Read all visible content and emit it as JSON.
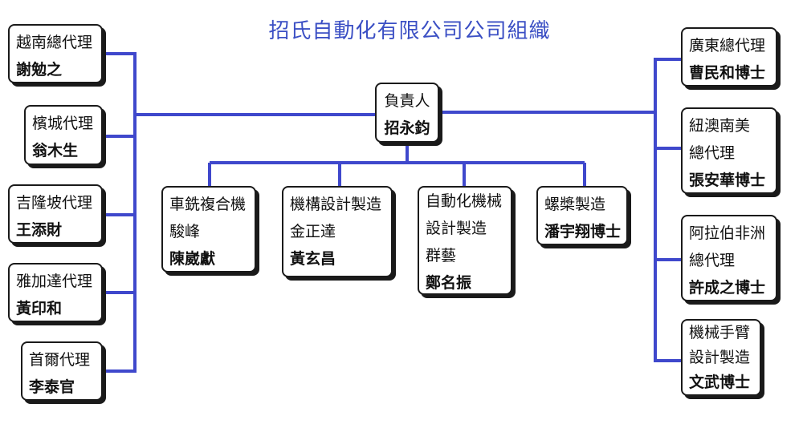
{
  "title": "招氏自動化有限公司公司組織",
  "head": {
    "role": "負責人",
    "name": "招永鈞"
  },
  "departments": [
    {
      "lines": [
        "車銑複合機",
        "駿峰"
      ],
      "name": "陳崴獻"
    },
    {
      "lines": [
        "機構設計製造",
        "金正達"
      ],
      "name": "黃玄昌"
    },
    {
      "lines": [
        "自動化機械",
        "設計製造",
        "群藝"
      ],
      "name": "鄭名振"
    },
    {
      "lines": [
        "螺槳製造"
      ],
      "name": "潘宇翔博士"
    }
  ],
  "left_agents": [
    {
      "role": "越南總代理",
      "name": "謝勉之"
    },
    {
      "role": "檳城代理",
      "name": "翁木生"
    },
    {
      "role": "吉隆坡代理",
      "name": "王添財"
    },
    {
      "role": "雅加達代理",
      "name": "黃印和"
    },
    {
      "role": "首爾代理",
      "name": "李泰官"
    }
  ],
  "right_agents": [
    {
      "lines": [
        "廣東總代理"
      ],
      "name": "曹民和博士"
    },
    {
      "lines": [
        "紐澳南美",
        "總代理"
      ],
      "name": "張安華博士"
    },
    {
      "lines": [
        "阿拉伯非洲",
        "總代理"
      ],
      "name": "許成之博士"
    },
    {
      "lines": [
        "機械手臂",
        "設計製造"
      ],
      "name": "文武博士"
    }
  ],
  "colors": {
    "connector": "#3f48cc",
    "title": "#3b4fc4",
    "border": "#1a1a1a"
  }
}
